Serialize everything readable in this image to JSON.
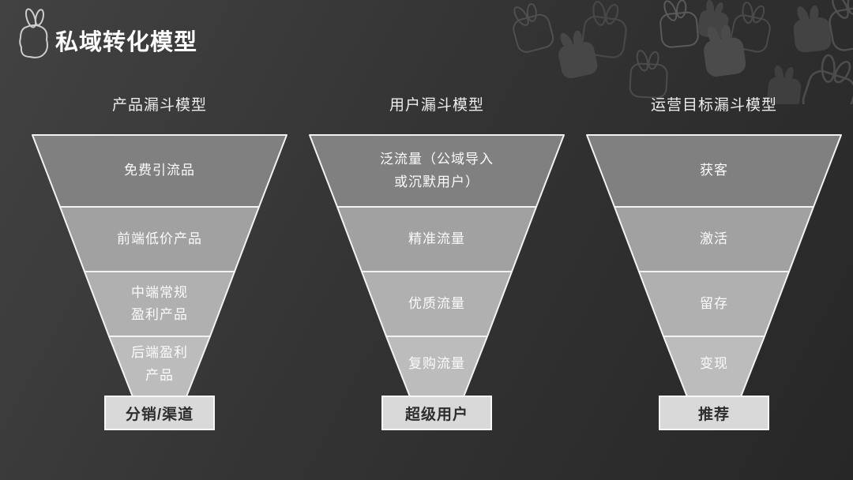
{
  "page": {
    "title": "私域转化模型"
  },
  "icons": {
    "title_icon": "bunny-doodle-icon",
    "pattern_icon": "bunny-fist-pattern"
  },
  "funnels": [
    {
      "header": "产品漏斗模型",
      "tiers": [
        {
          "lines": [
            "免费引流品"
          ]
        },
        {
          "lines": [
            "前端低价产品"
          ]
        },
        {
          "lines": [
            "中端常规",
            "盈利产品"
          ]
        },
        {
          "lines": [
            "后端盈利",
            "产品"
          ]
        }
      ],
      "base": "分销/渠道"
    },
    {
      "header": "用户漏斗模型",
      "tiers": [
        {
          "lines": [
            "泛流量（公域导入",
            "或沉默用户）"
          ]
        },
        {
          "lines": [
            "精准流量"
          ]
        },
        {
          "lines": [
            "优质流量"
          ]
        },
        {
          "lines": [
            "复购流量"
          ]
        }
      ],
      "base": "超级用户"
    },
    {
      "header": "运营目标漏斗模型",
      "tiers": [
        {
          "lines": [
            "获客"
          ]
        },
        {
          "lines": [
            "激活"
          ]
        },
        {
          "lines": [
            "留存"
          ]
        },
        {
          "lines": [
            "变现"
          ]
        }
      ],
      "base": "推荐"
    }
  ],
  "colors": {
    "background_start": "#424242",
    "background_end": "#272727",
    "tier1": "#808080",
    "tier2": "#a1a1a1",
    "tier3": "#b0b0b0",
    "tier4": "#bcbcbc",
    "base_box": "#d9d9d9",
    "stroke": "#f2f2f2",
    "tier_text": "#fbfbfb",
    "base_text": "#2d2d2d"
  }
}
